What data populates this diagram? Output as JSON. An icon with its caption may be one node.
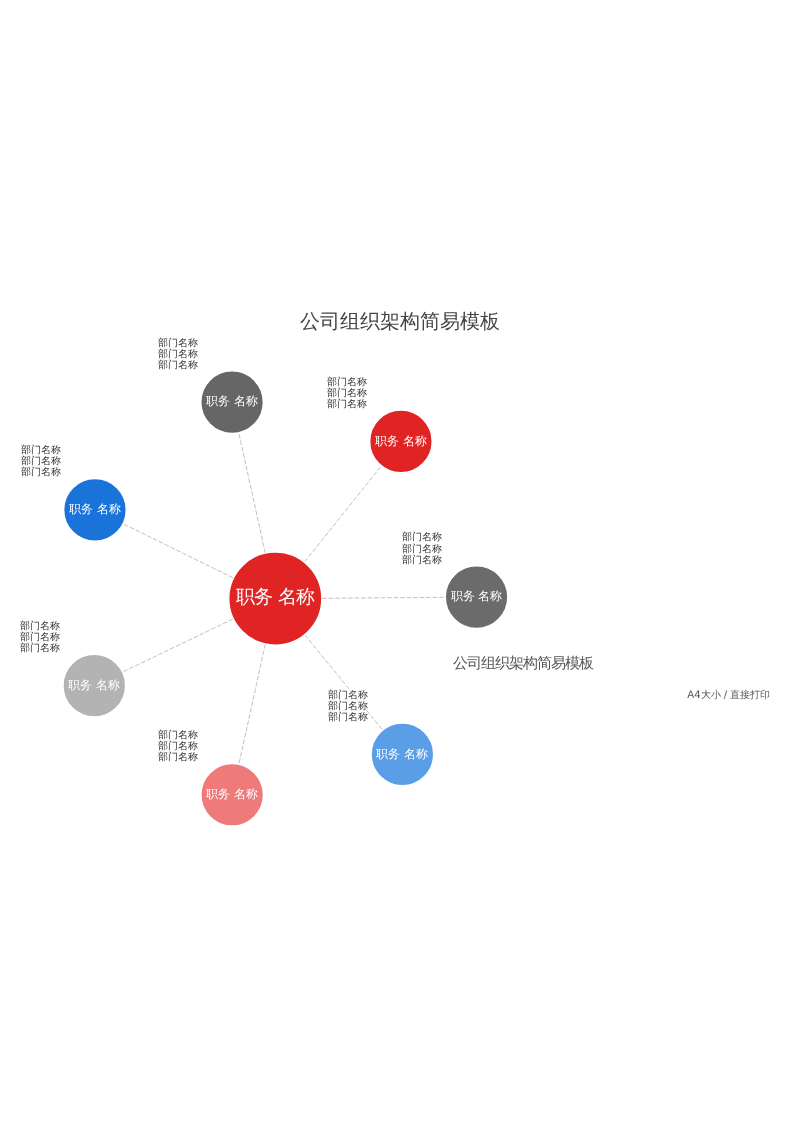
{
  "diagram": {
    "title": "公司组织架构简易模板",
    "nodes": [
      {
        "text": [
          "职务 名称"
        ]
      },
      {
        "text": [
          "职务 名称"
        ],
        "beside": [
          "部门名称",
          "部门名称",
          "部门名称"
        ]
      },
      {
        "text": [
          "职务 名称"
        ],
        "beside": [
          "部门名称",
          "部门名称",
          "部门名称"
        ]
      },
      {
        "text": [
          "职务 名称"
        ],
        "beside": [
          "部门名称",
          "部门名称",
          "部门名称"
        ]
      },
      {
        "text": [
          "职务 名称"
        ],
        "beside": [
          "部门名称",
          "部门名称",
          "部门名称"
        ]
      },
      {
        "text": [
          "职务 名称"
        ],
        "beside": [
          "部门名称",
          "部门名称",
          "部门名称"
        ]
      },
      {
        "text": [
          "职务 名称"
        ],
        "beside": [
          "部门名称",
          "部门名称",
          "部门名称"
        ]
      },
      {
        "text": [
          "职务 名称"
        ],
        "beside": [
          "部门名称",
          "部门名称",
          "部门名称"
        ]
      }
    ],
    "edges": [
      {
        "from": 0,
        "to": 1,
        "arrow": "none",
        "style": "dashed"
      },
      {
        "from": 0,
        "to": 2,
        "arrow": "none",
        "style": "dashed"
      },
      {
        "from": 0,
        "to": 3,
        "arrow": "none",
        "style": "dashed"
      },
      {
        "from": 0,
        "to": 4,
        "arrow": "none",
        "style": "dashed"
      },
      {
        "from": 0,
        "to": 5,
        "arrow": "none",
        "style": "dashed"
      },
      {
        "from": 0,
        "to": 6,
        "arrow": "none",
        "style": "dashed"
      },
      {
        "from": 0,
        "to": 7,
        "arrow": "none",
        "style": "dashed"
      }
    ],
    "labels": [
      "公司组织架构简易模板",
      "A4大小 / 直接打印"
    ]
  }
}
